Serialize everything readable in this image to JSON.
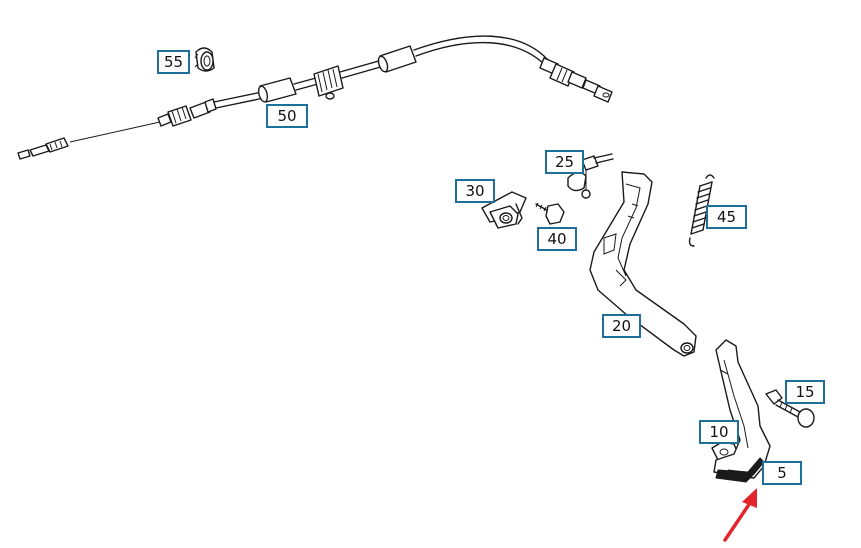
{
  "diagram": {
    "callouts": [
      {
        "id": "55",
        "label": "55"
      },
      {
        "id": "50",
        "label": "50"
      },
      {
        "id": "25",
        "label": "25"
      },
      {
        "id": "30",
        "label": "30"
      },
      {
        "id": "40",
        "label": "40"
      },
      {
        "id": "45",
        "label": "45"
      },
      {
        "id": "20",
        "label": "20"
      },
      {
        "id": "15",
        "label": "15"
      },
      {
        "id": "10",
        "label": "10"
      },
      {
        "id": "5",
        "label": "5"
      }
    ],
    "colors": {
      "callout_border": "#1f6f9c",
      "line": "#1a1a1a",
      "highlight_arrow": "#e3262b"
    }
  }
}
